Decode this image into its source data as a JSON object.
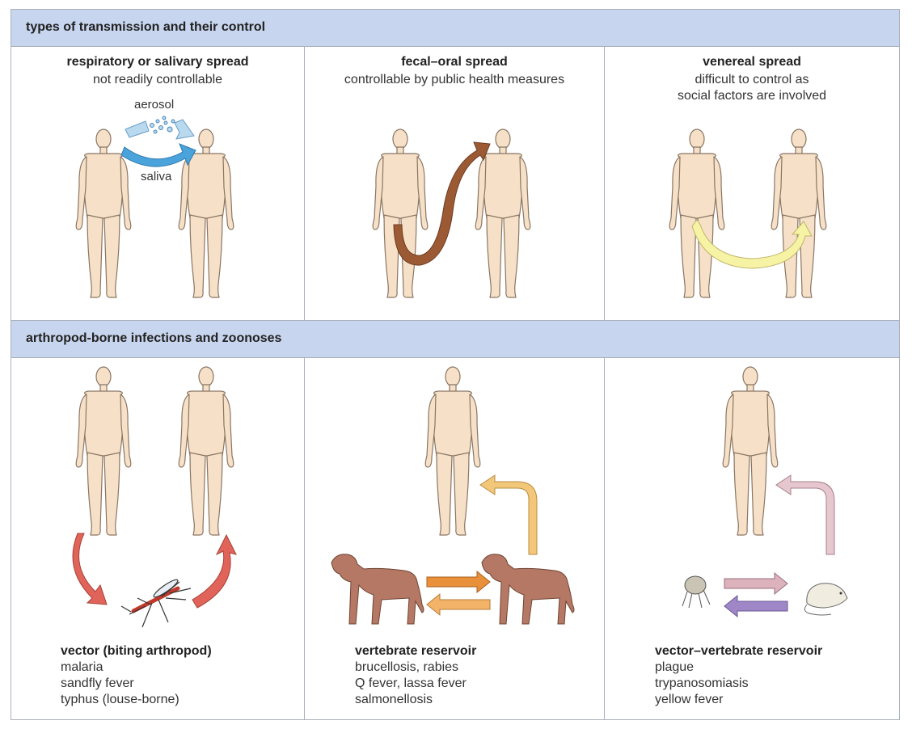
{
  "section1": {
    "header": "types of transmission and their control",
    "panels": [
      {
        "title": "respiratory or salivary spread",
        "subtitle": "not readily controllable",
        "labels": {
          "aerosol": "aerosol",
          "saliva": "saliva"
        }
      },
      {
        "title": "fecal–oral spread",
        "subtitle": "controllable by public health measures"
      },
      {
        "title": "venereal spread",
        "subtitle_line1": "difficult to control as",
        "subtitle_line2": "social factors are involved"
      }
    ]
  },
  "section2": {
    "header": "arthropod-borne infections and zoonoses",
    "panels": [
      {
        "title": "vector (biting arthropod)",
        "items": [
          "malaria",
          "sandfly fever",
          "typhus (louse-borne)"
        ]
      },
      {
        "title": "vertebrate reservoir",
        "items": [
          "brucellosis, rabies",
          "Q fever, lassa fever",
          "salmonellosis"
        ]
      },
      {
        "title": "vector–vertebrate reservoir",
        "items": [
          "plague",
          "trypanosomiasis",
          "yellow fever"
        ]
      }
    ]
  },
  "colors": {
    "header_band": "#c7d5ee",
    "skin": "#f6e1c8",
    "respiratory_arrow": "#4aa3db",
    "aerosol_arrow": "#b9d9ef",
    "fecal_oral_arrow": "#9c5a34",
    "venereal_arrow": "#f7f3a4",
    "vector_arrow": "#e0645a",
    "reservoir_arrow_orange": "#e8903a",
    "reservoir_arrow_yellow": "#f3c77a",
    "vector_reservoir_arrow_pink": "#dcb2bd",
    "vector_reservoir_arrow_purple": "#9e86c7",
    "dog": "#b57865"
  }
}
